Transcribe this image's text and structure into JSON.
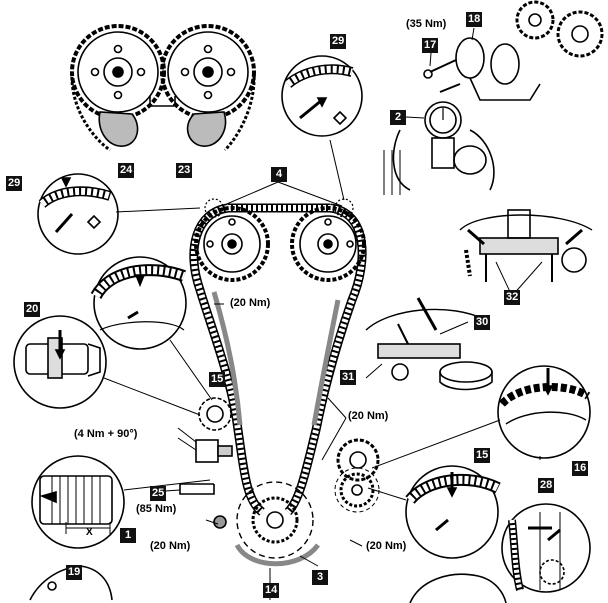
{
  "callouts": {
    "c1": "1",
    "c2": "2",
    "c3": "3",
    "c4": "4",
    "c14": "14",
    "c15a": "15",
    "c15b": "15",
    "c16": "16",
    "c17": "17",
    "c18": "18",
    "c19": "19",
    "c20": "20",
    "c23": "23",
    "c24": "24",
    "c25": "25",
    "c28": "28",
    "c29a": "29",
    "c29b": "29",
    "c30": "30",
    "c31": "31",
    "c32": "32"
  },
  "torques": {
    "t35": "(35 Nm)",
    "t20_top": "(20 Nm)",
    "t20_right": "(20 Nm)",
    "t4_90": "(4 Nm + 90°)",
    "t85": "(85 Nm)",
    "t20_left": "(20 Nm)",
    "t20_bottom": "(20 Nm)"
  },
  "dimension_label": "X"
}
